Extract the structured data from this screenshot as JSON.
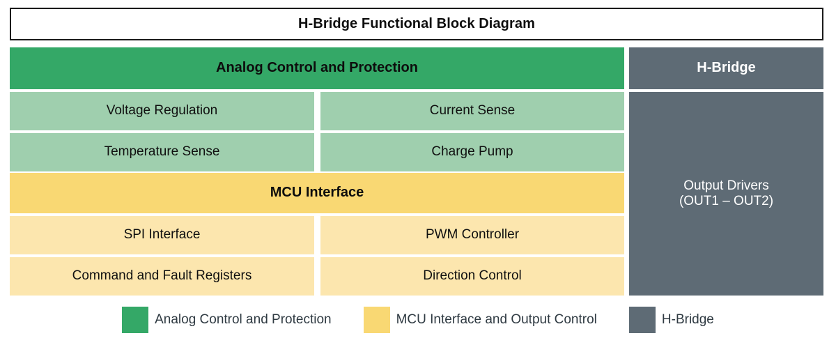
{
  "title": "H-Bridge Functional Block Diagram",
  "colors": {
    "analog_header": "#34a867",
    "analog_sub": "#9fcfae",
    "mcu_header": "#f9d873",
    "mcu_sub": "#fce6ae",
    "hbridge": "#5e6b75",
    "title_border": "#1a1a1a",
    "legend_text": "#2f3a42",
    "background": "#ffffff"
  },
  "left_column": {
    "analog_section": {
      "header": "Analog Control and Protection",
      "cells": [
        "Voltage Regulation",
        "Current Sense",
        "Temperature Sense",
        "Charge Pump"
      ]
    },
    "mcu_section": {
      "header": "MCU Interface",
      "cells": [
        "SPI Interface",
        "PWM Controller",
        "Command and Fault Registers",
        "Direction Control"
      ]
    }
  },
  "right_column": {
    "header": "H-Bridge",
    "body_line_1": "Output Drivers",
    "body_line_2": "(OUT1 – OUT2)"
  },
  "legend": {
    "items": [
      {
        "label": "Analog Control and Protection",
        "color": "#34a867"
      },
      {
        "label": "MCU Interface and Output Control",
        "color": "#f9d873"
      },
      {
        "label": "H-Bridge",
        "color": "#5e6b75"
      }
    ]
  }
}
